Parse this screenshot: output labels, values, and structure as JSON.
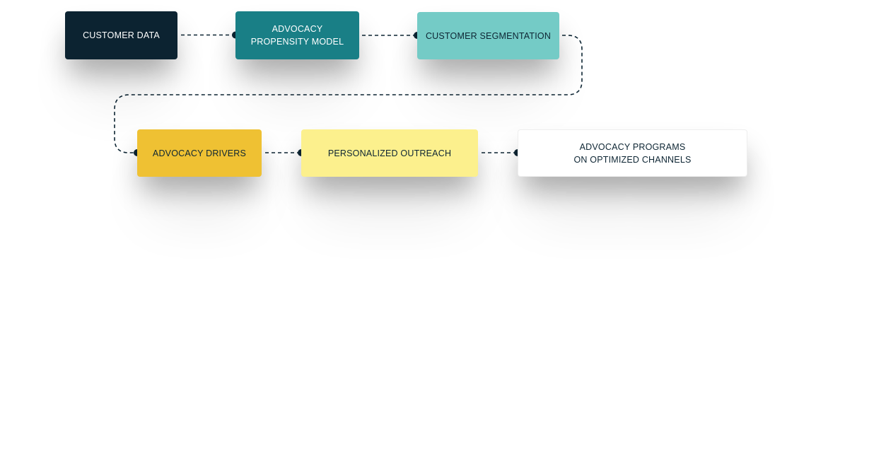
{
  "diagram": {
    "nodes": [
      {
        "id": "customer_data",
        "label": "CUSTOMER DATA",
        "fill": "#0c2331",
        "text_color": "#ffffff"
      },
      {
        "id": "propensity_model",
        "label": "ADVOCACY\nPROPENSITY MODEL",
        "fill": "#197f86",
        "text_color": "#ffffff"
      },
      {
        "id": "segmentation",
        "label": "CUSTOMER SEGMENTATION",
        "fill": "#74cbc6",
        "text_color": "#0d2533"
      },
      {
        "id": "drivers",
        "label": "ADVOCACY DRIVERS",
        "fill": "#efc133",
        "text_color": "#0d2533"
      },
      {
        "id": "outreach",
        "label": "PERSONALIZED OUTREACH",
        "fill": "#fcf08d",
        "text_color": "#0d2533"
      },
      {
        "id": "programs",
        "label": "ADVOCACY PROGRAMS\nON OPTIMIZED CHANNELS",
        "fill": "#ffffff",
        "text_color": "#0d2533"
      }
    ],
    "edges": [
      {
        "from": "customer_data",
        "to": "propensity_model",
        "style": "dashed"
      },
      {
        "from": "propensity_model",
        "to": "segmentation",
        "style": "dashed"
      },
      {
        "from": "segmentation",
        "to": "drivers",
        "style": "dashed"
      },
      {
        "from": "drivers",
        "to": "outreach",
        "style": "dashed"
      },
      {
        "from": "outreach",
        "to": "programs",
        "style": "dashed"
      }
    ],
    "connector_color": "#0d2533"
  }
}
